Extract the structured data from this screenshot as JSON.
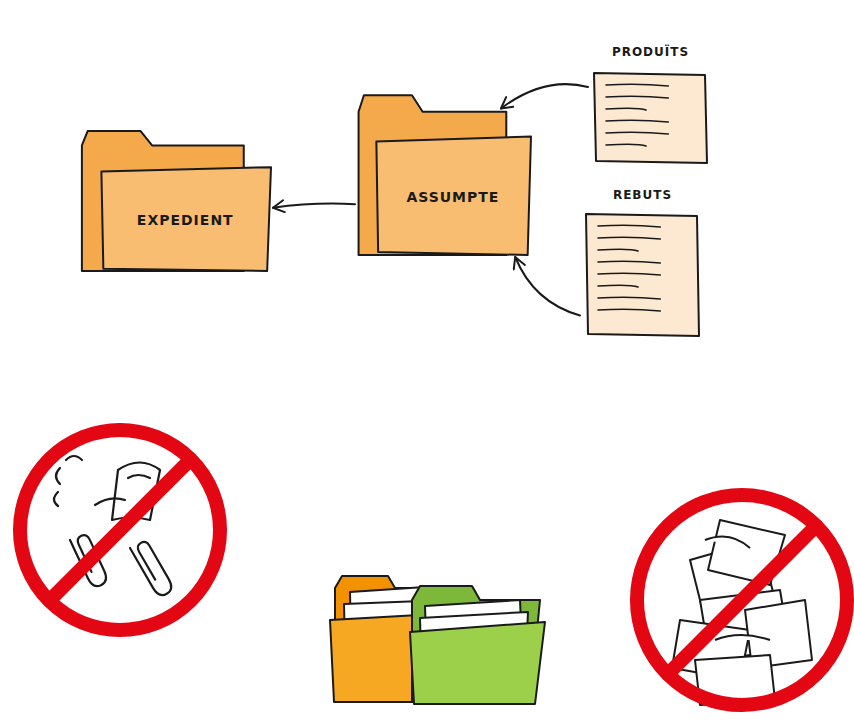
{
  "diagram": {
    "nodes": [
      {
        "text": [
          "EXPEDIENT"
        ]
      },
      {
        "text": [
          "ASSUMPTE"
        ]
      },
      {
        "text": [
          "PRODUÏTS"
        ]
      },
      {
        "text": [
          "REBUTS"
        ]
      }
    ],
    "edges": [
      {
        "from": 2,
        "to": 1,
        "arrow": "to"
      },
      {
        "from": 3,
        "to": 1,
        "arrow": "to"
      },
      {
        "from": 1,
        "to": 0,
        "arrow": "to"
      }
    ]
  }
}
